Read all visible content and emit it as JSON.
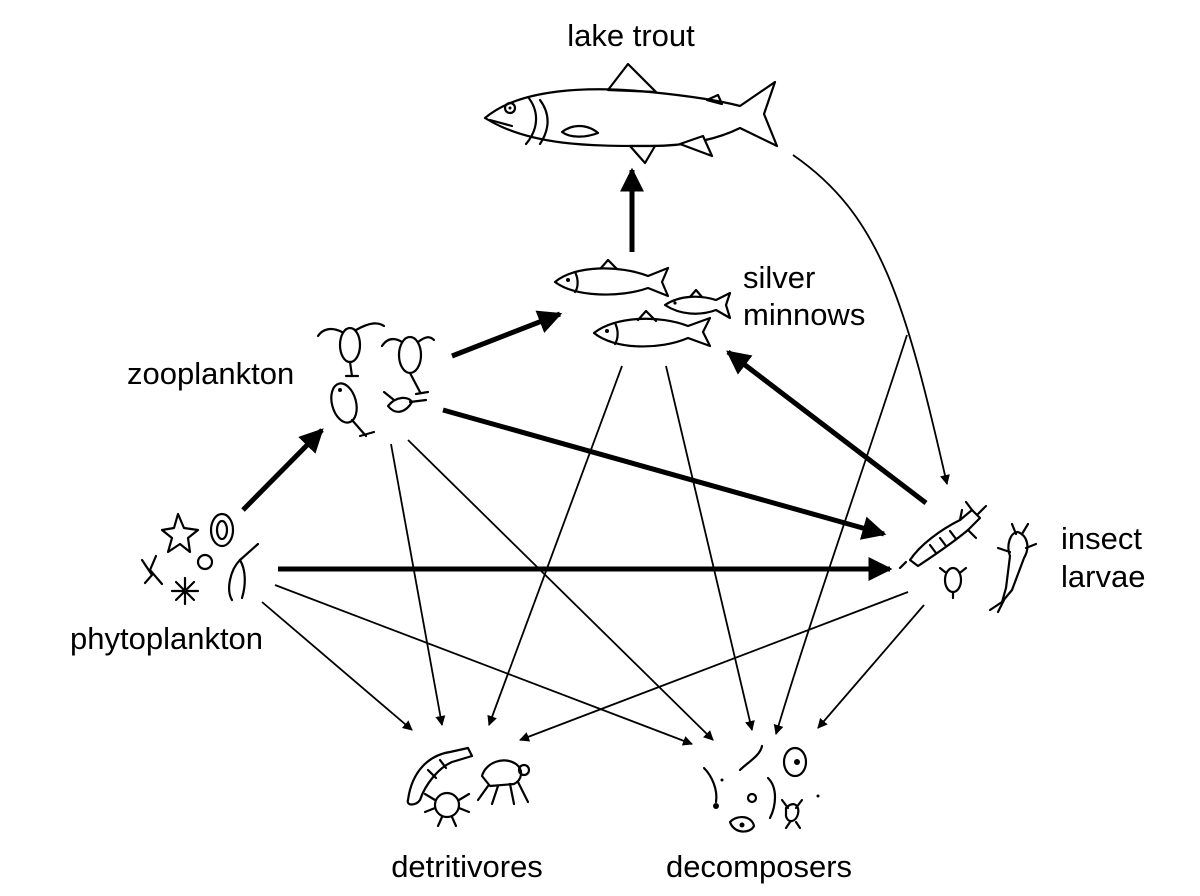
{
  "labels": {
    "lake_trout": "lake trout",
    "silver_minnows_1": "silver",
    "silver_minnows_2": "minnows",
    "zooplankton": "zooplankton",
    "phytoplankton": "phytoplankton",
    "insect_larvae_1": "insect",
    "insect_larvae_2": "larvae",
    "detritivores": "detritivores",
    "decomposers": "decomposers"
  },
  "links": [
    {
      "from": "phytoplankton",
      "to": "zooplankton",
      "weight": "thick"
    },
    {
      "from": "phytoplankton",
      "to": "insect larvae",
      "weight": "thick"
    },
    {
      "from": "zooplankton",
      "to": "silver minnows",
      "weight": "thick"
    },
    {
      "from": "zooplankton",
      "to": "insect larvae",
      "weight": "thick"
    },
    {
      "from": "silver minnows",
      "to": "lake trout",
      "weight": "thick"
    },
    {
      "from": "insect larvae",
      "to": "silver minnows",
      "weight": "thick"
    },
    {
      "from": "lake trout",
      "to": "insect larvae",
      "weight": "thin"
    },
    {
      "from": "lake trout",
      "to": "decomposers",
      "weight": "thin"
    },
    {
      "from": "phytoplankton",
      "to": "detritivores",
      "weight": "thin"
    },
    {
      "from": "phytoplankton",
      "to": "decomposers",
      "weight": "thin"
    },
    {
      "from": "zooplankton",
      "to": "detritivores",
      "weight": "thin"
    },
    {
      "from": "zooplankton",
      "to": "decomposers",
      "weight": "thin"
    },
    {
      "from": "silver minnows",
      "to": "detritivores",
      "weight": "thin"
    },
    {
      "from": "silver minnows",
      "to": "decomposers",
      "weight": "thin"
    },
    {
      "from": "insect larvae",
      "to": "detritivores",
      "weight": "thin"
    },
    {
      "from": "insect larvae",
      "to": "decomposers",
      "weight": "thin"
    }
  ]
}
